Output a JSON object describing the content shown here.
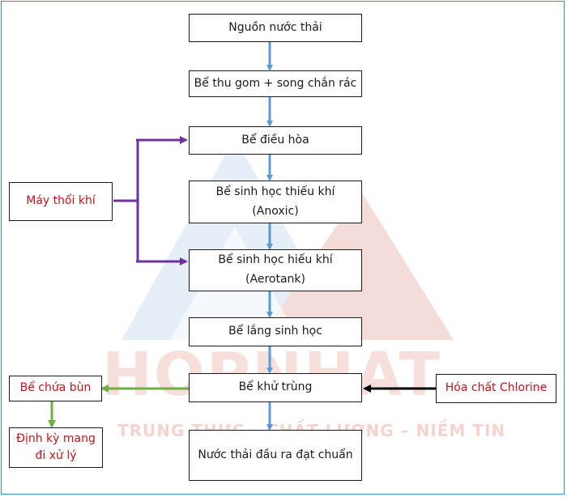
{
  "colors": {
    "arrow_blue": "#5b9bd5",
    "arrow_purple": "#7030a0",
    "arrow_green": "#70ad47",
    "arrow_black": "#000000",
    "side_text_red": "#c0141c",
    "frame_blue": "#2d8fd0"
  },
  "watermark": {
    "brand": "HOPNHAT",
    "slogan": "TRUNG THỰC – CHẤT LƯỢNG – NIỀM TIN"
  },
  "main_flow": [
    {
      "id": "source",
      "lines": [
        "Nguồn nước thải"
      ]
    },
    {
      "id": "screen",
      "lines": [
        "Bể thu gom + song chắn rác"
      ]
    },
    {
      "id": "equalization",
      "lines": [
        "Bể điều hòa"
      ]
    },
    {
      "id": "anoxic",
      "lines": [
        "Bể sinh học thiếu khí",
        "(Anoxic)"
      ]
    },
    {
      "id": "aerotank",
      "lines": [
        "Bể sinh học hiếu khí",
        "(Aerotank)"
      ]
    },
    {
      "id": "settling",
      "lines": [
        "Bể lắng sinh học"
      ]
    },
    {
      "id": "disinfection",
      "lines": [
        "Bể khử trùng"
      ]
    },
    {
      "id": "output",
      "lines": [
        "Nước thải đầu ra đạt chuẩn"
      ]
    }
  ],
  "side_nodes": {
    "blower": {
      "lines": [
        "Máy thổi khí"
      ]
    },
    "sludge_tank": {
      "lines": [
        "Bể chứa bùn"
      ]
    },
    "periodic_removal": {
      "lines": [
        "Định kỳ mang",
        "đi xử lý"
      ]
    },
    "chlorine": {
      "lines": [
        "Hóa chất Chlorine"
      ]
    }
  }
}
